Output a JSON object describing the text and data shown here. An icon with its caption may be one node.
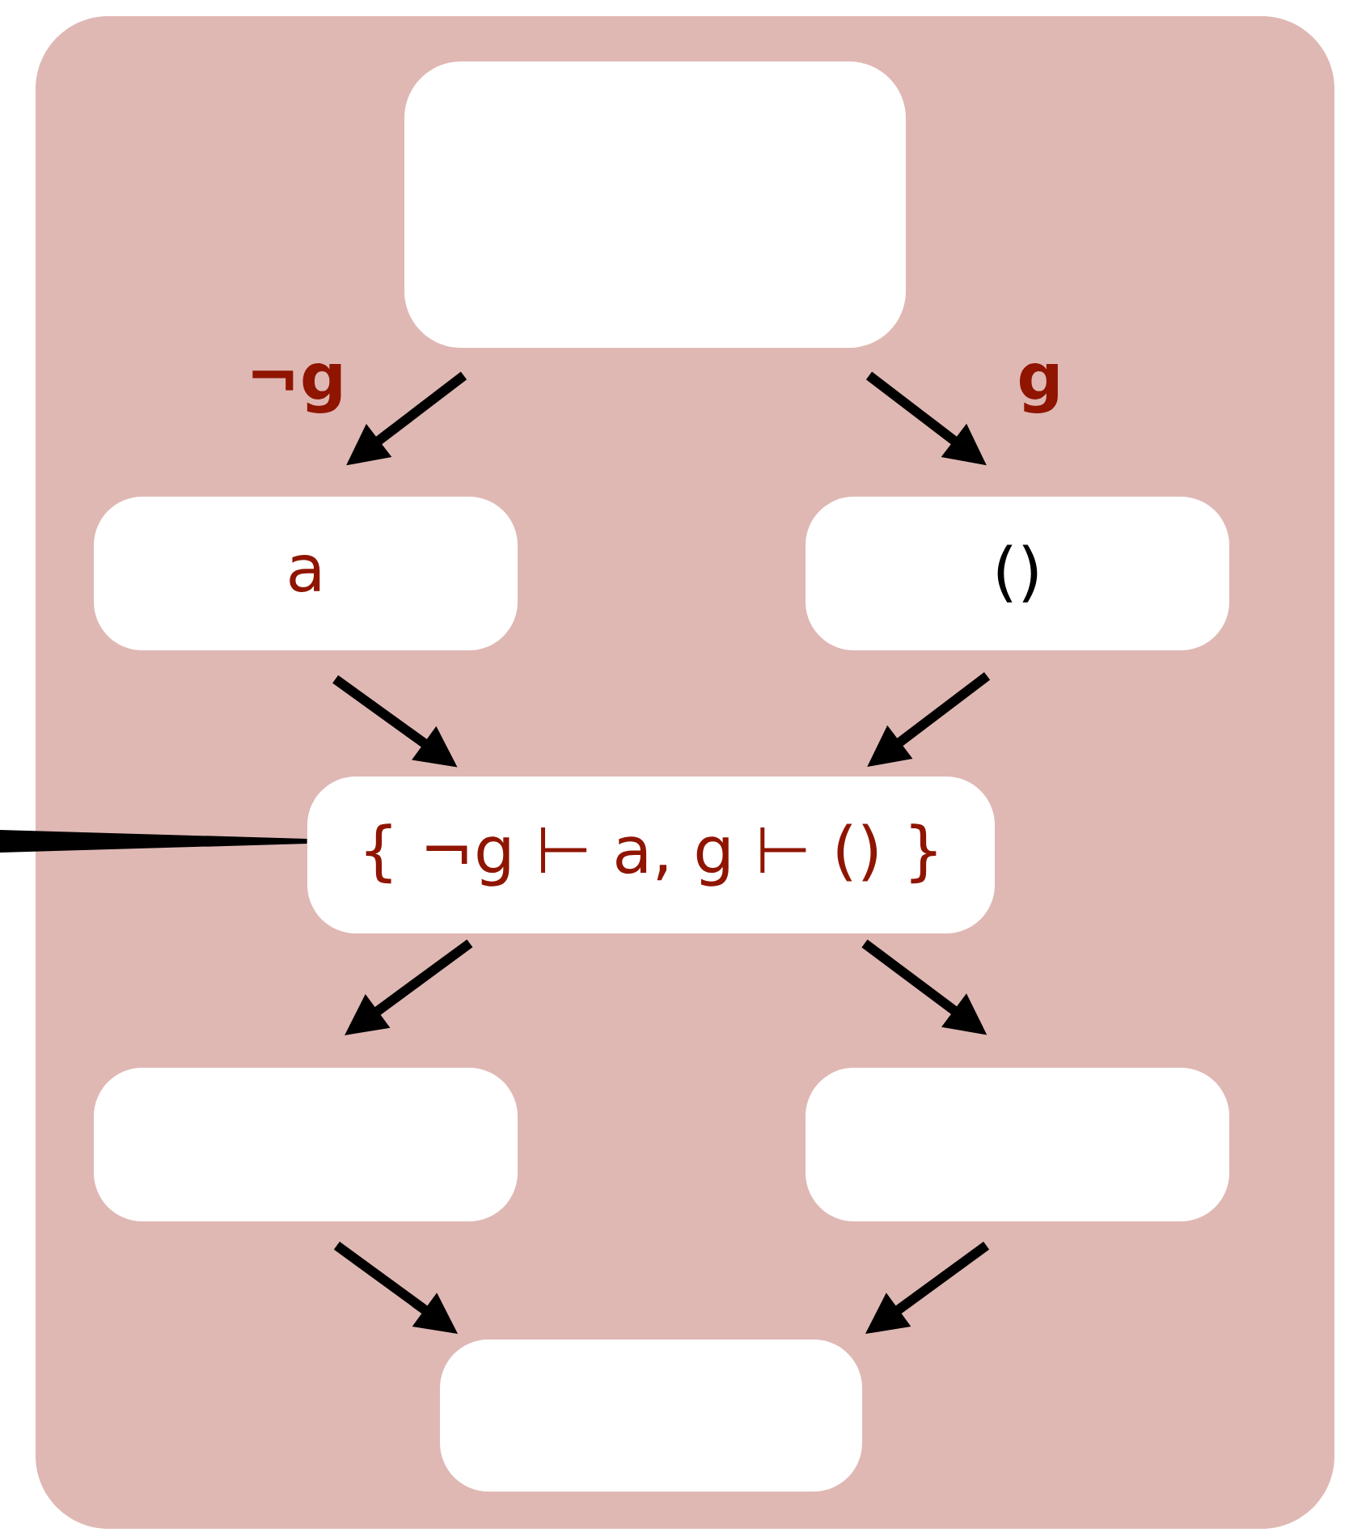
{
  "diagram": {
    "nodes": [
      {
        "text": [],
        "shape": "box"
      },
      {
        "text": [],
        "shape": "box",
        "in": 0
      },
      {
        "text": [
          "a"
        ],
        "in": 0
      },
      {
        "text": [
          "()"
        ],
        "in": 0
      },
      {
        "text": [
          "{ ¬g ⊢ a, g ⊢ () }"
        ],
        "in": 0
      },
      {
        "text": [],
        "shape": "box",
        "in": 0
      },
      {
        "text": [],
        "shape": "box",
        "in": 0
      },
      {
        "text": [],
        "shape": "box",
        "in": 0
      }
    ],
    "edges": [
      {
        "from": 1,
        "to": 2,
        "arrow": "to",
        "label": "¬g"
      },
      {
        "from": 1,
        "to": 3,
        "arrow": "to",
        "label": "g"
      },
      {
        "from": 2,
        "to": 4,
        "arrow": "to"
      },
      {
        "from": 3,
        "to": 4,
        "arrow": "to"
      },
      {
        "from": 4,
        "to": 5,
        "arrow": "to"
      },
      {
        "from": 4,
        "to": 6,
        "arrow": "to"
      },
      {
        "from": 5,
        "to": 7,
        "arrow": "to"
      },
      {
        "from": 6,
        "to": 7,
        "arrow": "to"
      },
      {
        "from": null,
        "to": 4,
        "arrow": "none"
      }
    ]
  }
}
